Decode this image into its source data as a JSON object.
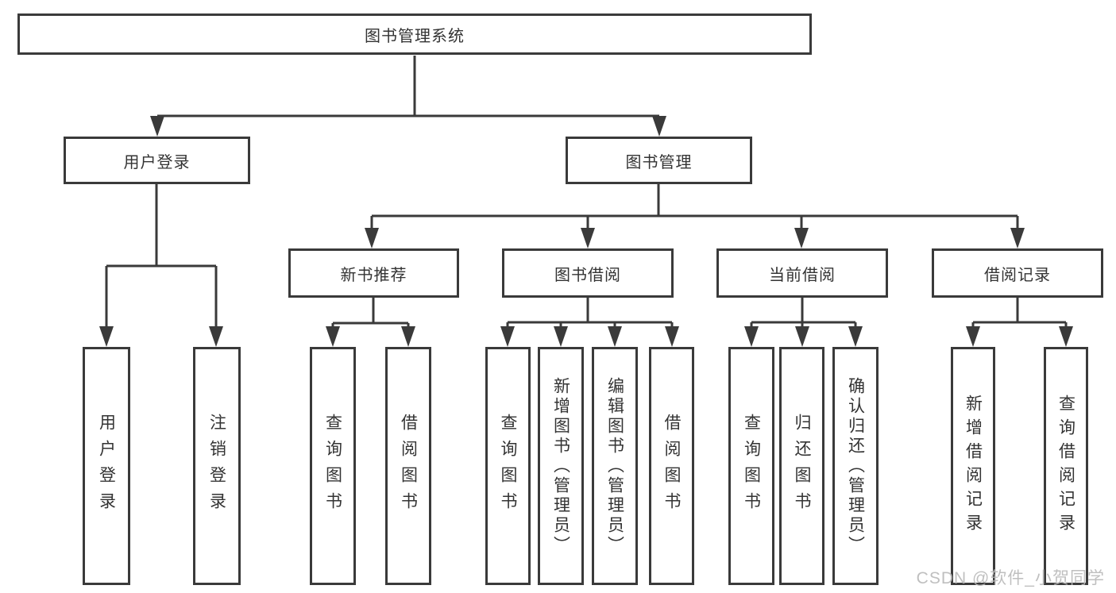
{
  "diagram": {
    "root": {
      "label": "图书管理系统"
    },
    "level1": {
      "user_login": {
        "label": "用户登录"
      },
      "book_management": {
        "label": "图书管理"
      }
    },
    "level2": {
      "new_book_recommend": {
        "label": "新书推荐"
      },
      "book_borrow": {
        "label": "图书借阅"
      },
      "current_borrow": {
        "label": "当前借阅"
      },
      "borrow_records": {
        "label": "借阅记录"
      }
    },
    "leaves": {
      "user_login": {
        "label": "用户登录"
      },
      "logout": {
        "label": "注销登录"
      },
      "rec_query_books": {
        "label": "查询图书"
      },
      "rec_borrow_books": {
        "label": "借阅图书"
      },
      "bb_query_books": {
        "label": "查询图书"
      },
      "bb_add_books": {
        "label": "新增图书（管理员）"
      },
      "bb_edit_books": {
        "label": "编辑图书（管理员）"
      },
      "bb_borrow_books": {
        "label": "借阅图书"
      },
      "cb_query_books": {
        "label": "查询图书"
      },
      "cb_return_books": {
        "label": "归还图书"
      },
      "cb_confirm_return": {
        "label": "确认归还（管理员）"
      },
      "br_add_record": {
        "label": "新增借阅记录"
      },
      "br_query_record": {
        "label": "查询借阅记录"
      }
    }
  },
  "watermark": {
    "text": "CSDN @软件_小贺同学"
  },
  "colors": {
    "line": "#3a3a3a",
    "border": "#3a3a3a",
    "text": "#333333",
    "watermark": "#b9b9b9",
    "background": "#ffffff"
  }
}
